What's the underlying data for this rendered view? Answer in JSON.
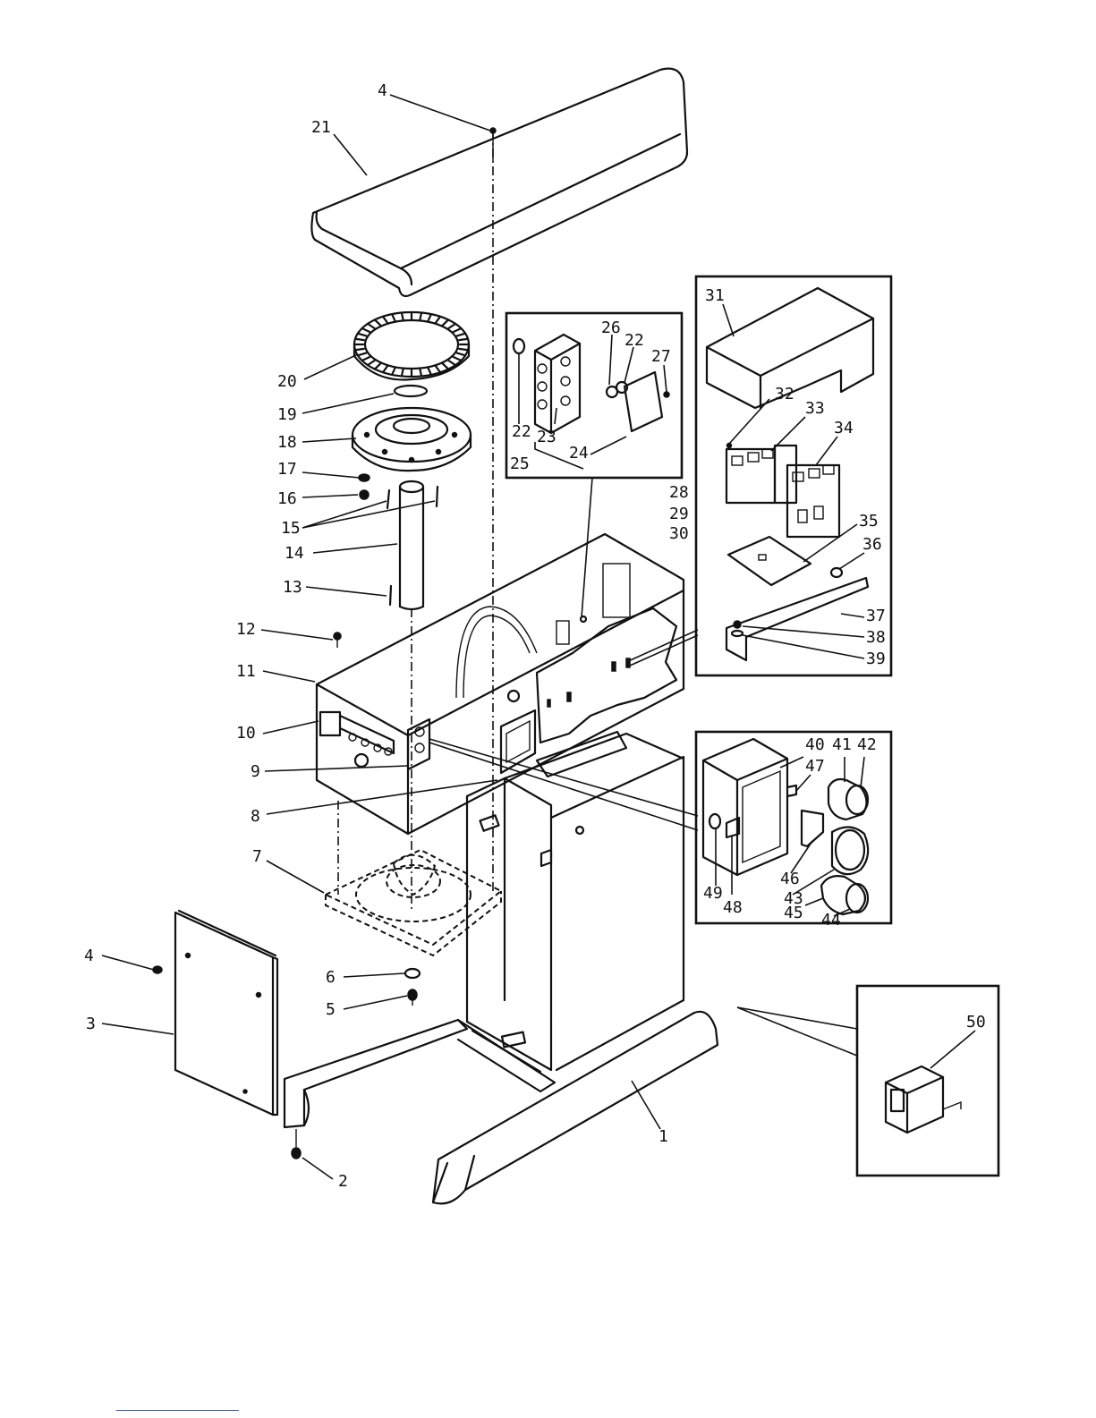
{
  "callouts": [
    {
      "id": "c4a",
      "text": "4"
    },
    {
      "id": "c21",
      "text": "21"
    },
    {
      "id": "c20",
      "text": "20"
    },
    {
      "id": "c19",
      "text": "19"
    },
    {
      "id": "c18",
      "text": "18"
    },
    {
      "id": "c17",
      "text": "17"
    },
    {
      "id": "c16",
      "text": "16"
    },
    {
      "id": "c15",
      "text": "15"
    },
    {
      "id": "c14",
      "text": "14"
    },
    {
      "id": "c13",
      "text": "13"
    },
    {
      "id": "c12",
      "text": "12"
    },
    {
      "id": "c11",
      "text": "11"
    },
    {
      "id": "c10",
      "text": "10"
    },
    {
      "id": "c9",
      "text": "9"
    },
    {
      "id": "c8",
      "text": "8"
    },
    {
      "id": "c7",
      "text": "7"
    },
    {
      "id": "c6",
      "text": "6"
    },
    {
      "id": "c5",
      "text": "5"
    },
    {
      "id": "c4b",
      "text": "4"
    },
    {
      "id": "c3",
      "text": "3"
    },
    {
      "id": "c2",
      "text": "2"
    },
    {
      "id": "c1",
      "text": "1"
    },
    {
      "id": "c26",
      "text": "26"
    },
    {
      "id": "c22a",
      "text": "22"
    },
    {
      "id": "c27",
      "text": "27"
    },
    {
      "id": "c22b",
      "text": "22"
    },
    {
      "id": "c23",
      "text": "23"
    },
    {
      "id": "c24",
      "text": "24"
    },
    {
      "id": "c25",
      "text": "25"
    },
    {
      "id": "c28",
      "text": "28"
    },
    {
      "id": "c29",
      "text": "29"
    },
    {
      "id": "c30",
      "text": "30"
    },
    {
      "id": "c31",
      "text": "31"
    },
    {
      "id": "c32",
      "text": "32"
    },
    {
      "id": "c33",
      "text": "33"
    },
    {
      "id": "c34",
      "text": "34"
    },
    {
      "id": "c35",
      "text": "35"
    },
    {
      "id": "c36",
      "text": "36"
    },
    {
      "id": "c37",
      "text": "37"
    },
    {
      "id": "c38",
      "text": "38"
    },
    {
      "id": "c39",
      "text": "39"
    },
    {
      "id": "c40",
      "text": "40"
    },
    {
      "id": "c41",
      "text": "41"
    },
    {
      "id": "c42",
      "text": "42"
    },
    {
      "id": "c47",
      "text": "47"
    },
    {
      "id": "c46",
      "text": "46"
    },
    {
      "id": "c43",
      "text": "43"
    },
    {
      "id": "c45",
      "text": "45"
    },
    {
      "id": "c44",
      "text": "44"
    },
    {
      "id": "c49",
      "text": "49"
    },
    {
      "id": "c48",
      "text": "48"
    },
    {
      "id": "c50",
      "text": "50"
    }
  ]
}
